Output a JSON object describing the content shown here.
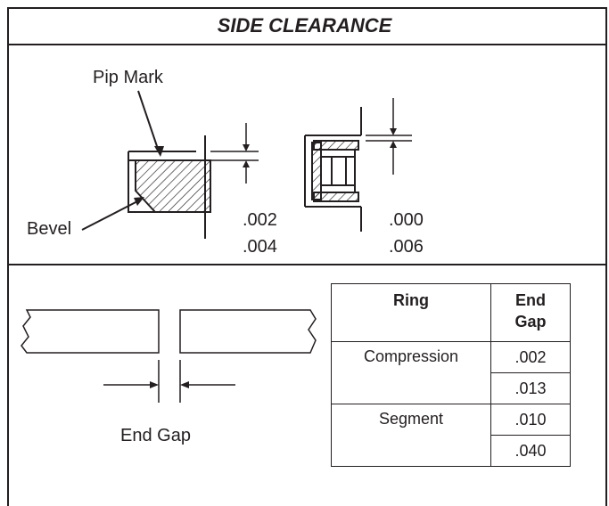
{
  "title": "SIDE CLEARANCE",
  "labels": {
    "pip_mark": "Pip Mark",
    "bevel": "Bevel",
    "clear_a_1": ".002",
    "clear_a_2": ".004",
    "clear_b_1": ".000",
    "clear_b_2": ".006",
    "end_gap": "End Gap"
  },
  "table": {
    "headers": [
      "Ring",
      "End Gap"
    ],
    "header_ring": "Ring",
    "header_gap_line1": "End",
    "header_gap_line2": "Gap",
    "rows": [
      {
        "ring": "Compression",
        "values": [
          ".002",
          ".013"
        ]
      },
      {
        "ring": "Segment",
        "values": [
          ".010",
          ".040"
        ]
      }
    ]
  },
  "colors": {
    "ink": "#231f20",
    "background": "#ffffff"
  }
}
